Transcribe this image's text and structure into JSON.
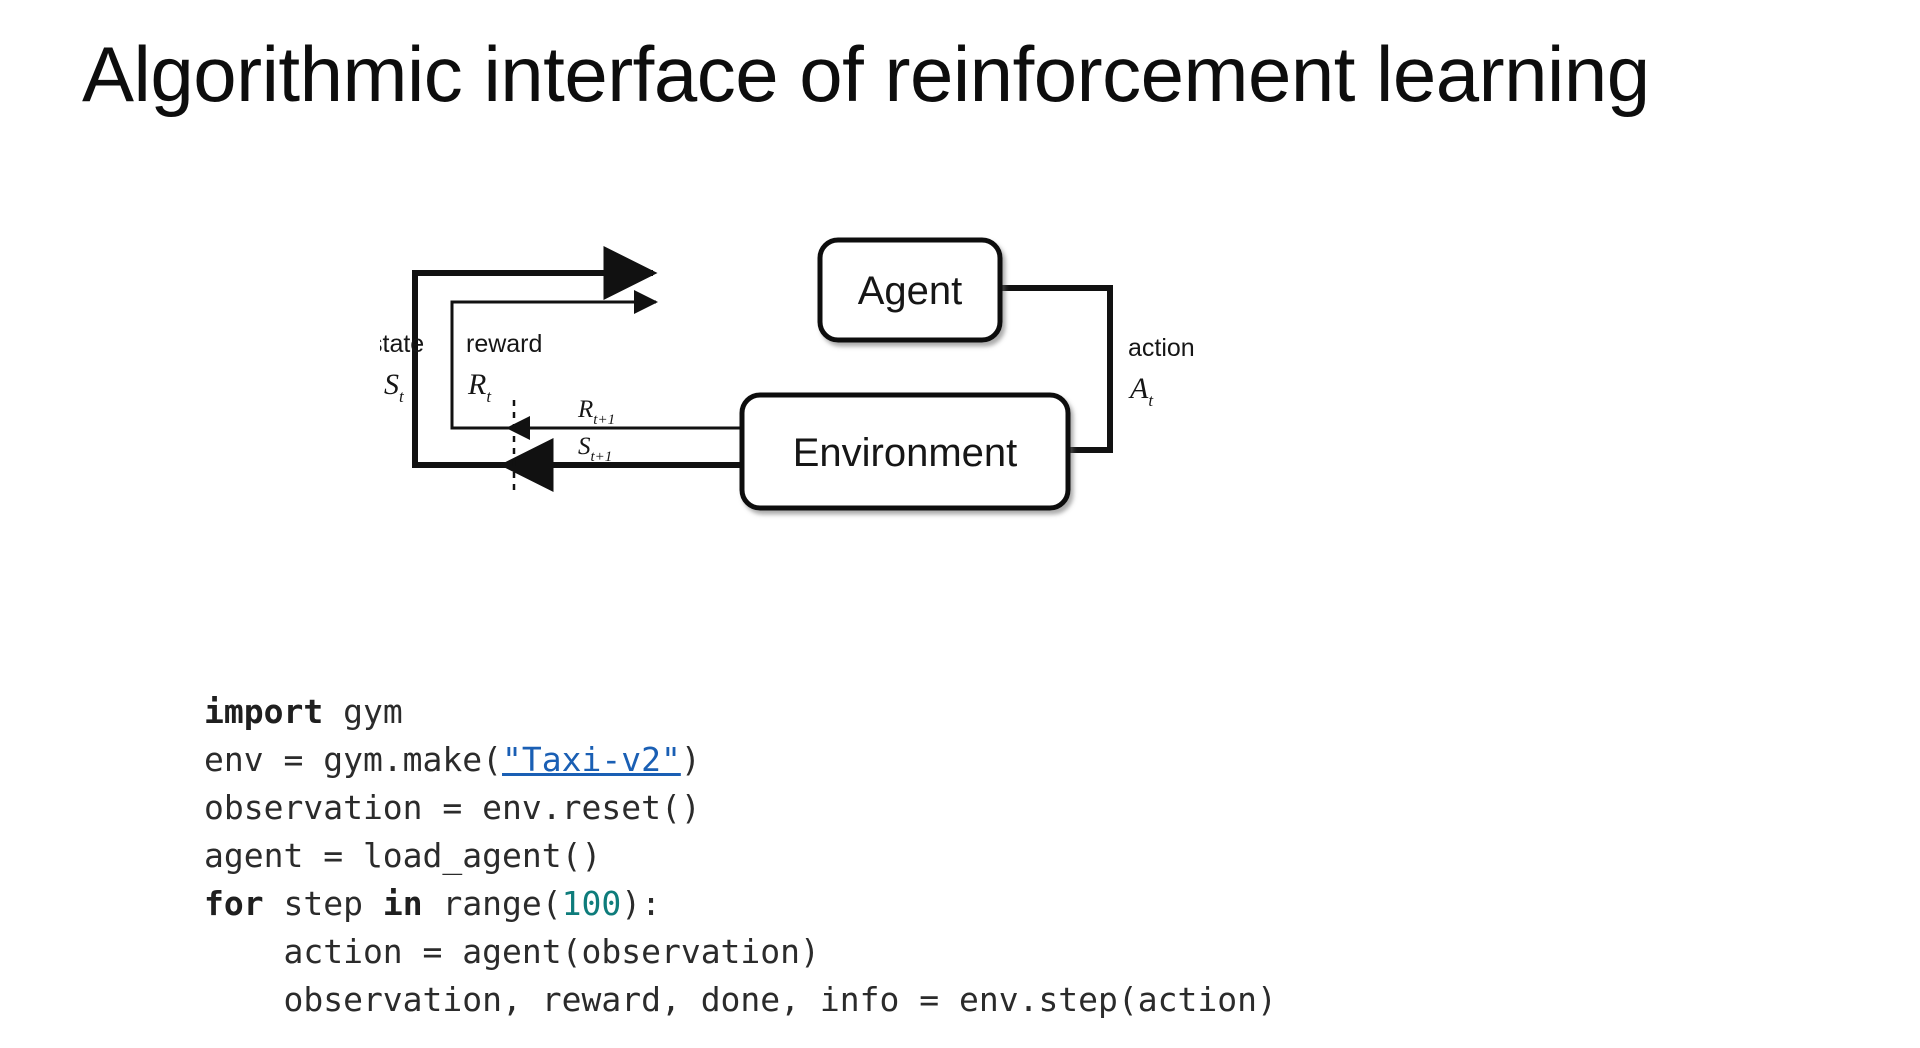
{
  "slide": {
    "title": "Algorithmic interface of reinforcement learning",
    "background_color": "#ffffff"
  },
  "diagram": {
    "name": "agent-environment-interaction-loop",
    "nodes": [
      {
        "id": "agent",
        "label": "Agent"
      },
      {
        "id": "environment",
        "label": "Environment"
      }
    ],
    "edge_labels": {
      "state_word": "state",
      "state_symbol": "S",
      "state_subscript": "t",
      "reward_word": "reward",
      "reward_symbol": "R",
      "reward_subscript": "t",
      "action_word": "action",
      "action_symbol": "A",
      "action_subscript": "t",
      "next_reward_symbol": "R",
      "next_reward_subscript": "t+1",
      "next_state_symbol": "S",
      "next_state_subscript": "t+1"
    },
    "line_color": "#111111"
  },
  "code": {
    "language": "python",
    "keyword_color": "#1f1f1f",
    "link_color": "#1a5fb4",
    "number_color": "#0e7c7b",
    "text_color": "#2b2b2b",
    "lines": [
      {
        "id": "line-1",
        "tokens": [
          {
            "text": "import",
            "style": "kw"
          },
          {
            "text": " gym",
            "style": "plain"
          }
        ]
      },
      {
        "id": "line-2",
        "tokens": [
          {
            "text": "env = gym.make(",
            "style": "plain"
          },
          {
            "text": "\"Taxi-v2\"",
            "style": "link"
          },
          {
            "text": ")",
            "style": "plain"
          }
        ]
      },
      {
        "id": "line-3",
        "tokens": [
          {
            "text": "observation = env.reset()",
            "style": "plain"
          }
        ]
      },
      {
        "id": "line-4",
        "tokens": [
          {
            "text": "agent = load_agent()",
            "style": "plain"
          }
        ]
      },
      {
        "id": "line-5",
        "tokens": [
          {
            "text": "for",
            "style": "kw"
          },
          {
            "text": " step ",
            "style": "plain"
          },
          {
            "text": "in",
            "style": "kw"
          },
          {
            "text": " range(",
            "style": "plain"
          },
          {
            "text": "100",
            "style": "num"
          },
          {
            "text": "):",
            "style": "plain"
          }
        ]
      },
      {
        "id": "line-6",
        "tokens": [
          {
            "text": "    action = agent(observation)",
            "style": "plain"
          }
        ]
      },
      {
        "id": "line-7",
        "tokens": [
          {
            "text": "    observation, reward, done, info = env.step(action)",
            "style": "plain"
          }
        ]
      }
    ]
  }
}
